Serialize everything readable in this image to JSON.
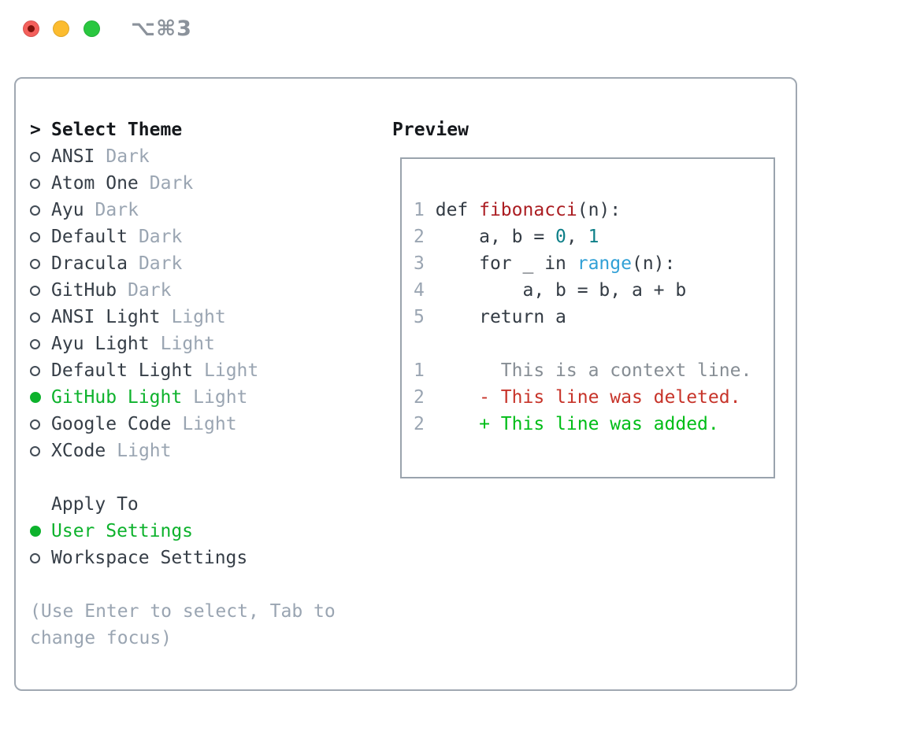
{
  "window": {
    "shortcut_label": "⌥⌘3"
  },
  "palette": {
    "accent_green": "#0db22c",
    "added_green": "#00bd17",
    "deleted_red": "#c7342a",
    "function_red": "#ab1d22",
    "number_teal": "#0e7f88",
    "builtin_blue": "#31a0d6",
    "text_dark": "#333b44",
    "text_muted": "#9aa5b2",
    "context_gray": "#868d94",
    "border_gray": "#9aa3ad"
  },
  "theme_picker": {
    "prompt": ">",
    "title": "Select Theme",
    "items": [
      {
        "name": "ANSI",
        "variant": "Dark",
        "selected": false
      },
      {
        "name": "Atom One",
        "variant": "Dark",
        "selected": false
      },
      {
        "name": "Ayu",
        "variant": "Dark",
        "selected": false
      },
      {
        "name": "Default",
        "variant": "Dark",
        "selected": false
      },
      {
        "name": "Dracula",
        "variant": "Dark",
        "selected": false
      },
      {
        "name": "GitHub",
        "variant": "Dark",
        "selected": false
      },
      {
        "name": "ANSI Light",
        "variant": "Light",
        "selected": false
      },
      {
        "name": "Ayu Light",
        "variant": "Light",
        "selected": false
      },
      {
        "name": "Default Light",
        "variant": "Light",
        "selected": false
      },
      {
        "name": "GitHub Light",
        "variant": "Light",
        "selected": true
      },
      {
        "name": "Google Code",
        "variant": "Light",
        "selected": false
      },
      {
        "name": "XCode",
        "variant": "Light",
        "selected": false
      }
    ]
  },
  "apply_to": {
    "title": "Apply To",
    "options": [
      {
        "label": "User Settings",
        "selected": true
      },
      {
        "label": "Workspace Settings",
        "selected": false
      }
    ]
  },
  "hint": {
    "lines": [
      "(Use Enter to select, Tab to",
      "change focus)"
    ]
  },
  "preview": {
    "title": "Preview",
    "lines": [
      {
        "num": "1",
        "segments": [
          {
            "text": "def ",
            "style": "fg"
          },
          {
            "text": "fibonacci",
            "style": "func"
          },
          {
            "text": "(n):",
            "style": "fg"
          }
        ]
      },
      {
        "num": "2",
        "segments": [
          {
            "text": "    a, b = ",
            "style": "fg"
          },
          {
            "text": "0",
            "style": "num"
          },
          {
            "text": ", ",
            "style": "fg"
          },
          {
            "text": "1",
            "style": "num"
          }
        ]
      },
      {
        "num": "3",
        "segments": [
          {
            "text": "    for _ in ",
            "style": "fg"
          },
          {
            "text": "range",
            "style": "builtin"
          },
          {
            "text": "(n):",
            "style": "fg"
          }
        ]
      },
      {
        "num": "4",
        "segments": [
          {
            "text": "        a, b = b, a + b",
            "style": "fg"
          }
        ]
      },
      {
        "num": "5",
        "segments": [
          {
            "text": "    return a",
            "style": "fg"
          }
        ]
      },
      {
        "num": "",
        "segments": []
      },
      {
        "num": "1",
        "segments": [
          {
            "text": "      This is a context line.",
            "style": "ctx"
          }
        ]
      },
      {
        "num": "2",
        "segments": [
          {
            "text": "    - This line was deleted.",
            "style": "del"
          }
        ]
      },
      {
        "num": "2",
        "segments": [
          {
            "text": "    + This line was added.",
            "style": "add"
          }
        ]
      }
    ]
  }
}
